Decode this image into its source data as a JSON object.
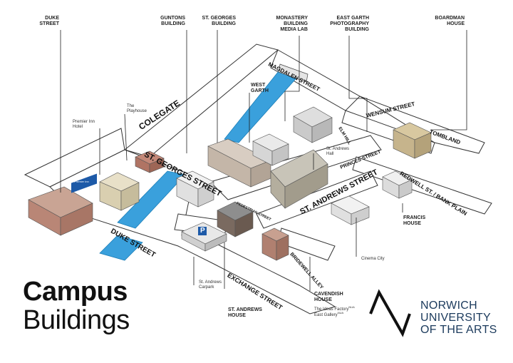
{
  "title": {
    "line1": "Campus",
    "line2": "Buildings"
  },
  "brand": {
    "line1": "NORWICH",
    "line2": "UNIVERSITY",
    "line3": "OF THE ARTS"
  },
  "labels": {
    "duke_street": "DUKE\nSTREET",
    "guntons": "GUNTONS\nBUILDING",
    "st_georges_building": "ST. GEORGES\nBUILDING",
    "monastery": "MONASTERY\nBUILDING\nMEDIA LAB",
    "east_garth": "EAST GARTH\nPHOTOGRAPHY\nBUILDING",
    "boardman": "BOARDMAN\nHOUSE",
    "west_garth": "WEST\nGARTH",
    "playhouse": "The\nPlayhouse",
    "premier_inn": "Premier Inn\nHotel",
    "st_andrews_hall": "St. Andrews\nHall",
    "francis": "FRANCIS\nHOUSE",
    "cinema_city": "Cinema City",
    "st_andrews_carpark": "St. Andrews\nCarpark",
    "st_andrews_house": "ST. ANDREWS\nHOUSE",
    "cavendish": "CAVENDISH\nHOUSE",
    "ideas_factory": "The Ideas Factory",
    "east_gallery": "East Gallery",
    "nua_mark": "NUA",
    "car_park_sign": "P",
    "hotel_sign": "Premier Inn"
  },
  "streets": {
    "magdalen": "MAGDALEN STREET",
    "colegate": "COLEGATE",
    "wensum": "WENSUM STREET",
    "tombland": "TOMBLAND",
    "elm_hill": "ELM HILL",
    "st_georges": "ST. GEORGES STREET",
    "princes": "PRINCES STREET",
    "redwell": "REDWELL ST. / BANK PLAIN",
    "st_andrews": "ST. ANDREWS STREET",
    "pedestrian": "PEDESTRIAN STREET",
    "duke": "DUKE STREET",
    "exchange": "EXCHANGE STREET",
    "bridewell": "BRIDEWELL ALLEY"
  },
  "colors": {
    "river": "#3aa0dc",
    "brand": "#1b3a5c",
    "line": "#222222",
    "road": "#ffffff"
  },
  "icons": {
    "brand_logo": "nua-n-logo-icon"
  }
}
